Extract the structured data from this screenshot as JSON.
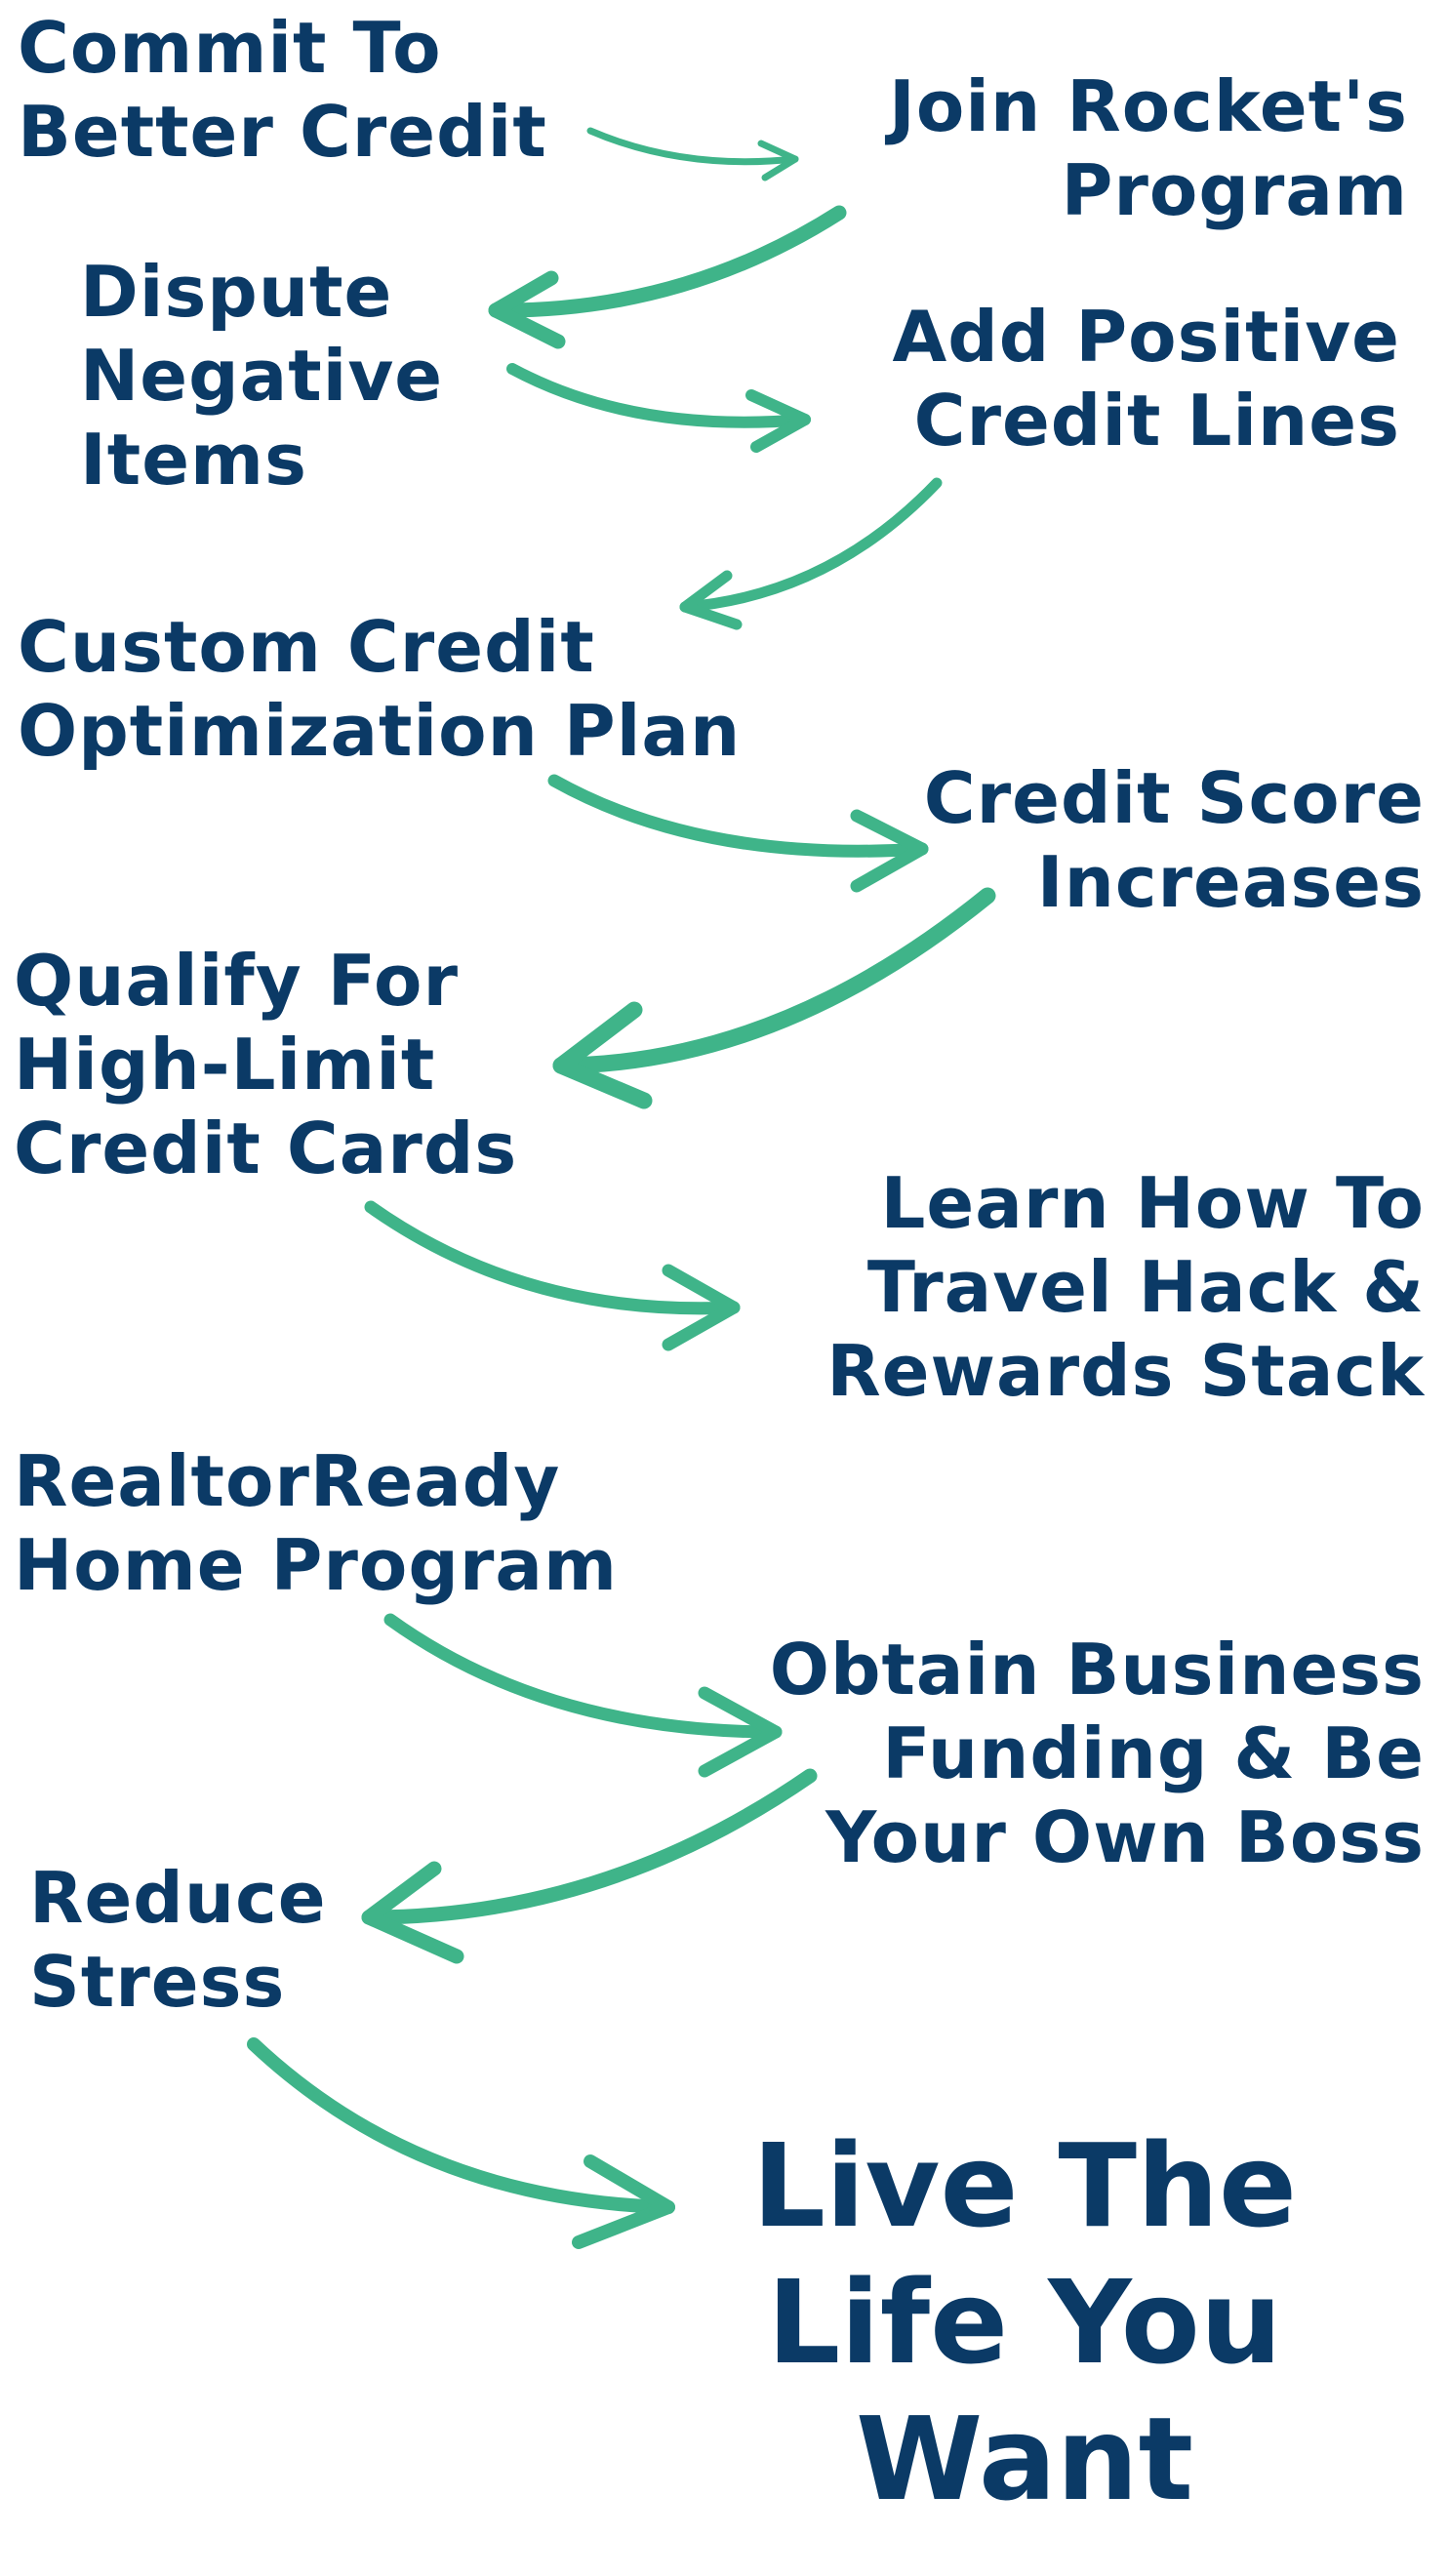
{
  "colors": {
    "text": "#0b3a66",
    "arrow": "#3fb489",
    "background": "#ffffff"
  },
  "steps": [
    "Commit To\nBetter Credit",
    "Join Rocket's\nProgram",
    "Dispute\nNegative\nItems",
    "Add Positive\nCredit Lines",
    "Custom Credit\nOptimization Plan",
    "Credit Score\nIncreases",
    "Qualify For\nHigh-Limit\nCredit Cards",
    "Learn How To\nTravel Hack &\nRewards Stack",
    "RealtorReady\nHome Program",
    "Obtain Business\nFunding & Be\nYour Own Boss",
    "Reduce\nStress",
    "Live The\nLife You\nWant"
  ]
}
